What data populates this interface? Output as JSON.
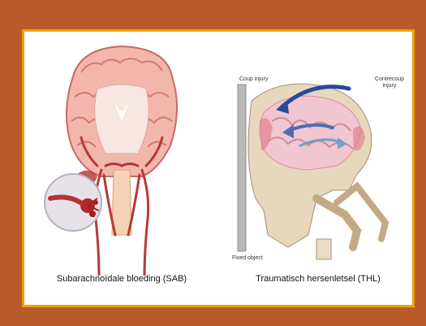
{
  "panels": {
    "left": {
      "caption": "Subarachnoïdale bloeding (SAB)"
    },
    "right": {
      "caption": "Traumatisch hersenletsel (THL)",
      "labels": {
        "coup": "Coup injury",
        "contrecoup_line1": "Contrecoup",
        "contrecoup_line2": "injury",
        "fixed": "Fixed object"
      }
    }
  },
  "colors": {
    "background": "#b85a2a",
    "frame_border": "#f2a000",
    "panel_bg": "#ffffff"
  }
}
